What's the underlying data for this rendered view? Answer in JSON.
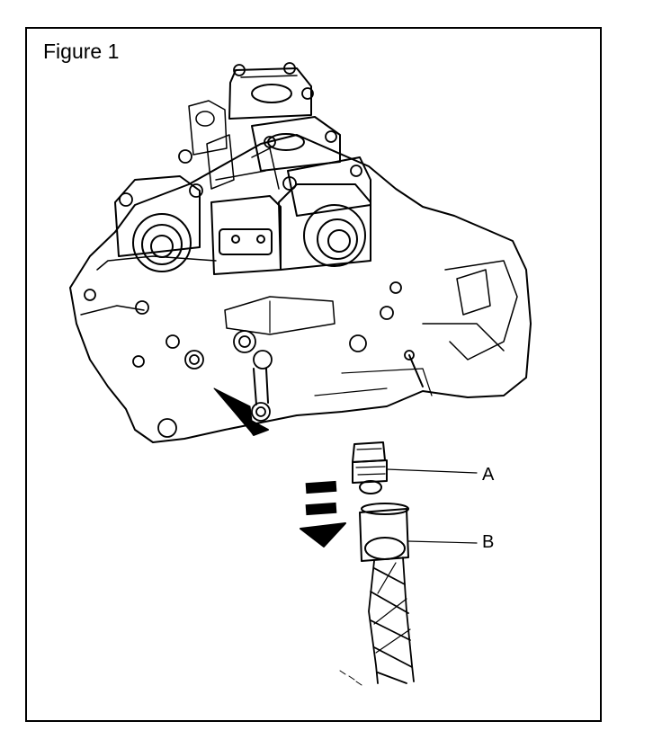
{
  "figure": {
    "title": "Figure 1",
    "callouts": [
      {
        "id": "A",
        "label": "A"
      },
      {
        "id": "B",
        "label": "B"
      }
    ]
  },
  "colors": {
    "ink": "#000000",
    "paper": "#ffffff"
  }
}
